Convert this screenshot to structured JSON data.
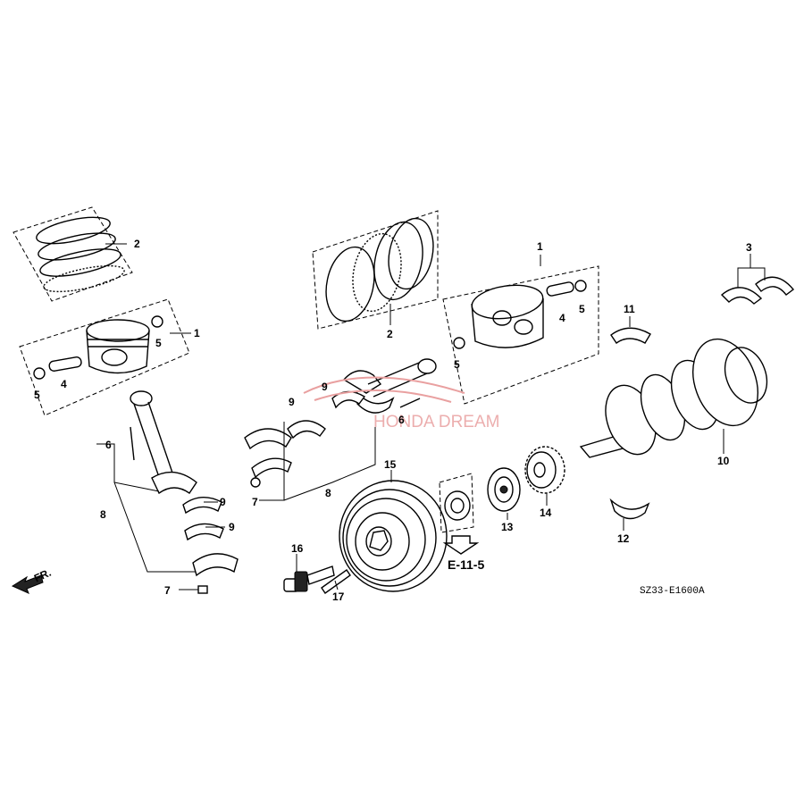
{
  "diagram_code": "SZ33-E1600A",
  "reference": {
    "label": "E-11-5"
  },
  "direction_label": "FR.",
  "watermark": "HONDA DREAM",
  "callouts": [
    {
      "id": "c2a",
      "text": "2"
    },
    {
      "id": "c1a",
      "text": "1"
    },
    {
      "id": "c5a",
      "text": "5"
    },
    {
      "id": "c5b",
      "text": "5"
    },
    {
      "id": "c4a",
      "text": "4"
    },
    {
      "id": "c6a",
      "text": "6"
    },
    {
      "id": "c8a",
      "text": "8"
    },
    {
      "id": "c9a",
      "text": "9"
    },
    {
      "id": "c9b",
      "text": "9"
    },
    {
      "id": "c7a",
      "text": "7"
    },
    {
      "id": "c2b",
      "text": "2"
    },
    {
      "id": "c9c",
      "text": "9"
    },
    {
      "id": "c9d",
      "text": "9"
    },
    {
      "id": "c6b",
      "text": "6"
    },
    {
      "id": "c7b",
      "text": "7"
    },
    {
      "id": "c8b",
      "text": "8"
    },
    {
      "id": "c1b",
      "text": "1"
    },
    {
      "id": "c4b",
      "text": "4"
    },
    {
      "id": "c5c",
      "text": "5"
    },
    {
      "id": "c5d",
      "text": "5"
    },
    {
      "id": "c3",
      "text": "3"
    },
    {
      "id": "c11",
      "text": "11"
    },
    {
      "id": "c10",
      "text": "10"
    },
    {
      "id": "c15",
      "text": "15"
    },
    {
      "id": "c13",
      "text": "13"
    },
    {
      "id": "c14",
      "text": "14"
    },
    {
      "id": "c12",
      "text": "12"
    },
    {
      "id": "c16",
      "text": "16"
    },
    {
      "id": "c17",
      "text": "17"
    }
  ]
}
